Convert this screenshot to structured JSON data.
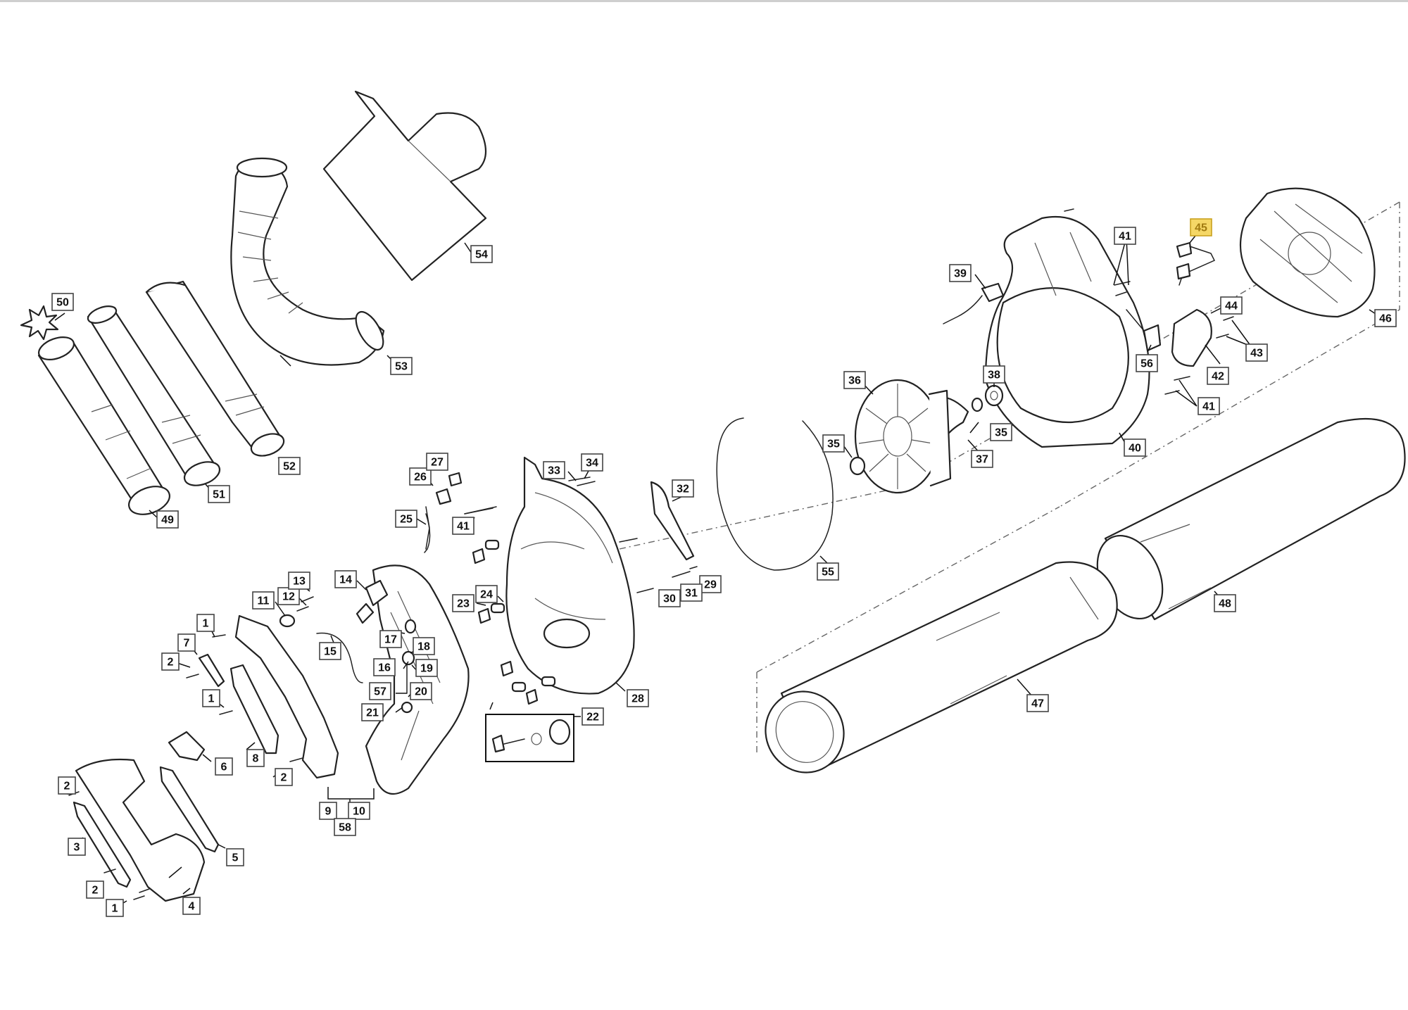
{
  "parts": [
    {
      "id": "c1a",
      "label": "1"
    },
    {
      "id": "c1b",
      "label": "1"
    },
    {
      "id": "c1c",
      "label": "1"
    },
    {
      "id": "c2a",
      "label": "2"
    },
    {
      "id": "c2b",
      "label": "2"
    },
    {
      "id": "c2c",
      "label": "2"
    },
    {
      "id": "c2d",
      "label": "2"
    },
    {
      "id": "c3",
      "label": "3"
    },
    {
      "id": "c4",
      "label": "4"
    },
    {
      "id": "c5",
      "label": "5"
    },
    {
      "id": "c6",
      "label": "6"
    },
    {
      "id": "c7",
      "label": "7"
    },
    {
      "id": "c8",
      "label": "8"
    },
    {
      "id": "c9",
      "label": "9"
    },
    {
      "id": "c10",
      "label": "10"
    },
    {
      "id": "c11",
      "label": "11"
    },
    {
      "id": "c12",
      "label": "12"
    },
    {
      "id": "c13",
      "label": "13"
    },
    {
      "id": "c14",
      "label": "14"
    },
    {
      "id": "c15",
      "label": "15"
    },
    {
      "id": "c16",
      "label": "16"
    },
    {
      "id": "c17",
      "label": "17"
    },
    {
      "id": "c18",
      "label": "18"
    },
    {
      "id": "c19",
      "label": "19"
    },
    {
      "id": "c20",
      "label": "20"
    },
    {
      "id": "c21",
      "label": "21"
    },
    {
      "id": "c22",
      "label": "22"
    },
    {
      "id": "c23",
      "label": "23"
    },
    {
      "id": "c24",
      "label": "24"
    },
    {
      "id": "c25",
      "label": "25"
    },
    {
      "id": "c26",
      "label": "26"
    },
    {
      "id": "c27",
      "label": "27"
    },
    {
      "id": "c28",
      "label": "28"
    },
    {
      "id": "c29",
      "label": "29"
    },
    {
      "id": "c30",
      "label": "30"
    },
    {
      "id": "c31",
      "label": "31"
    },
    {
      "id": "c32",
      "label": "32"
    },
    {
      "id": "c33",
      "label": "33"
    },
    {
      "id": "c34",
      "label": "34"
    },
    {
      "id": "c35a",
      "label": "35"
    },
    {
      "id": "c35b",
      "label": "35"
    },
    {
      "id": "c36",
      "label": "36"
    },
    {
      "id": "c37",
      "label": "37"
    },
    {
      "id": "c38",
      "label": "38"
    },
    {
      "id": "c39",
      "label": "39"
    },
    {
      "id": "c40",
      "label": "40"
    },
    {
      "id": "c41a",
      "label": "41"
    },
    {
      "id": "c41b",
      "label": "41"
    },
    {
      "id": "c41c",
      "label": "41"
    },
    {
      "id": "c42",
      "label": "42"
    },
    {
      "id": "c43",
      "label": "43"
    },
    {
      "id": "c44",
      "label": "44"
    },
    {
      "id": "c45",
      "label": "45",
      "highlighted": true
    },
    {
      "id": "c46",
      "label": "46"
    },
    {
      "id": "c47",
      "label": "47"
    },
    {
      "id": "c48",
      "label": "48"
    },
    {
      "id": "c49",
      "label": "49"
    },
    {
      "id": "c50",
      "label": "50"
    },
    {
      "id": "c51",
      "label": "51"
    },
    {
      "id": "c52",
      "label": "52"
    },
    {
      "id": "c53",
      "label": "53"
    },
    {
      "id": "c54",
      "label": "54"
    },
    {
      "id": "c55",
      "label": "55"
    },
    {
      "id": "c56",
      "label": "56"
    },
    {
      "id": "c57",
      "label": "57"
    },
    {
      "id": "c58",
      "label": "58"
    }
  ],
  "colors": {
    "highlight_fill": "#f5d766",
    "highlight_text": "#a07a10",
    "line": "#222222",
    "background": "#ffffff"
  }
}
